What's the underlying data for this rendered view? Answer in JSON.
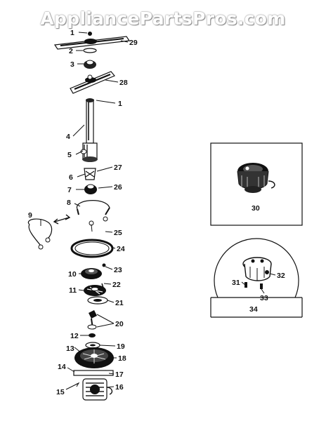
{
  "watermark": "AppliancePartsPros.com",
  "callouts": [
    "1",
    "2",
    "3",
    "4",
    "5",
    "6",
    "7",
    "8",
    "9",
    "10",
    "11",
    "12",
    "13",
    "14",
    "15",
    "16",
    "17",
    "18",
    "19",
    "20",
    "21",
    "22",
    "23",
    "24",
    "25",
    "26",
    "27",
    "28",
    "29",
    "30",
    "31",
    "32",
    "33",
    "34"
  ],
  "inset_labels": {
    "motor": "30",
    "assembly": "34"
  }
}
